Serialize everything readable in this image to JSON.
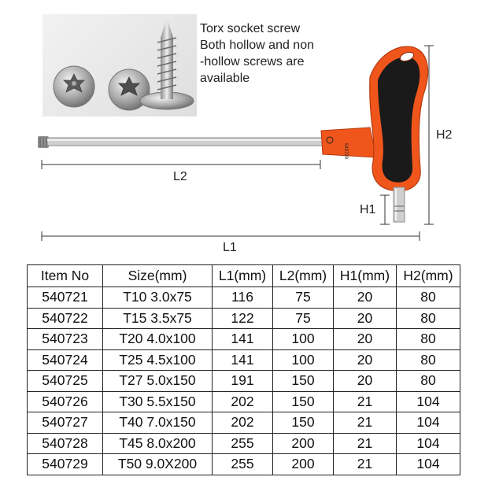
{
  "caption": {
    "line1": "Torx socket screw",
    "line2": "Both hollow and non",
    "line3": "-hollow screws are",
    "line4": "available"
  },
  "dimensions": {
    "l2": "L2",
    "l1": "L1",
    "h1": "H1",
    "h2": "H2"
  },
  "handle_marking": "540729",
  "colors": {
    "handle_orange": "#f0561c",
    "handle_black": "#1a1a1a",
    "shaft": "#c9c9c9"
  },
  "table": {
    "headers": [
      "Item No",
      "Size(mm)",
      "L1(mm)",
      "L2(mm)",
      "H1(mm)",
      "H2(mm)"
    ],
    "rows": [
      [
        "540721",
        "T10 3.0x75",
        "116",
        "75",
        "20",
        "80"
      ],
      [
        "540722",
        "T15 3.5x75",
        "122",
        "75",
        "20",
        "80"
      ],
      [
        "540723",
        "T20 4.0x100",
        "141",
        "100",
        "20",
        "80"
      ],
      [
        "540724",
        "T25 4.5x100",
        "141",
        "100",
        "20",
        "80"
      ],
      [
        "540725",
        "T27 5.0x150",
        "191",
        "150",
        "20",
        "80"
      ],
      [
        "540726",
        "T30 5.5x150",
        "202",
        "150",
        "21",
        "104"
      ],
      [
        "540727",
        "T40 7.0x150",
        "202",
        "150",
        "21",
        "104"
      ],
      [
        "540728",
        "T45 8.0x200",
        "255",
        "200",
        "21",
        "104"
      ],
      [
        "540729",
        "T50 9.0X200",
        "255",
        "200",
        "21",
        "104"
      ]
    ]
  }
}
